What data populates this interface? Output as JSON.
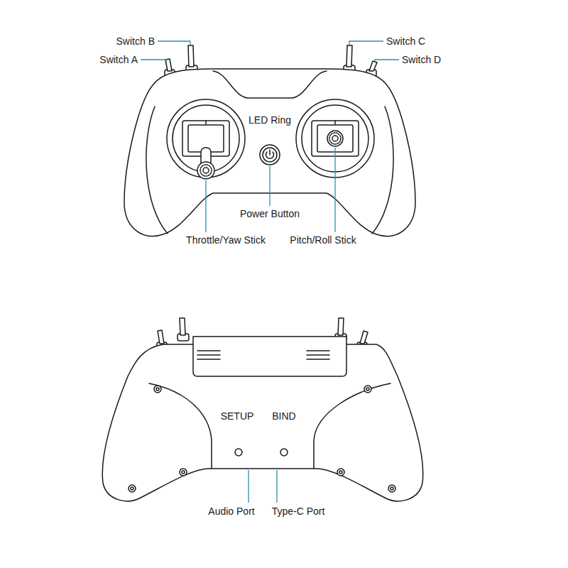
{
  "diagram": {
    "labels": [
      "Switch B",
      "Switch A",
      "Switch C",
      "Switch D",
      "LED Ring",
      "Power Button",
      "Throttle/Yaw Stick",
      "Pitch/Roll Stick",
      "SETUP",
      "BIND",
      "Audio Port",
      "Type-C Port"
    ]
  }
}
